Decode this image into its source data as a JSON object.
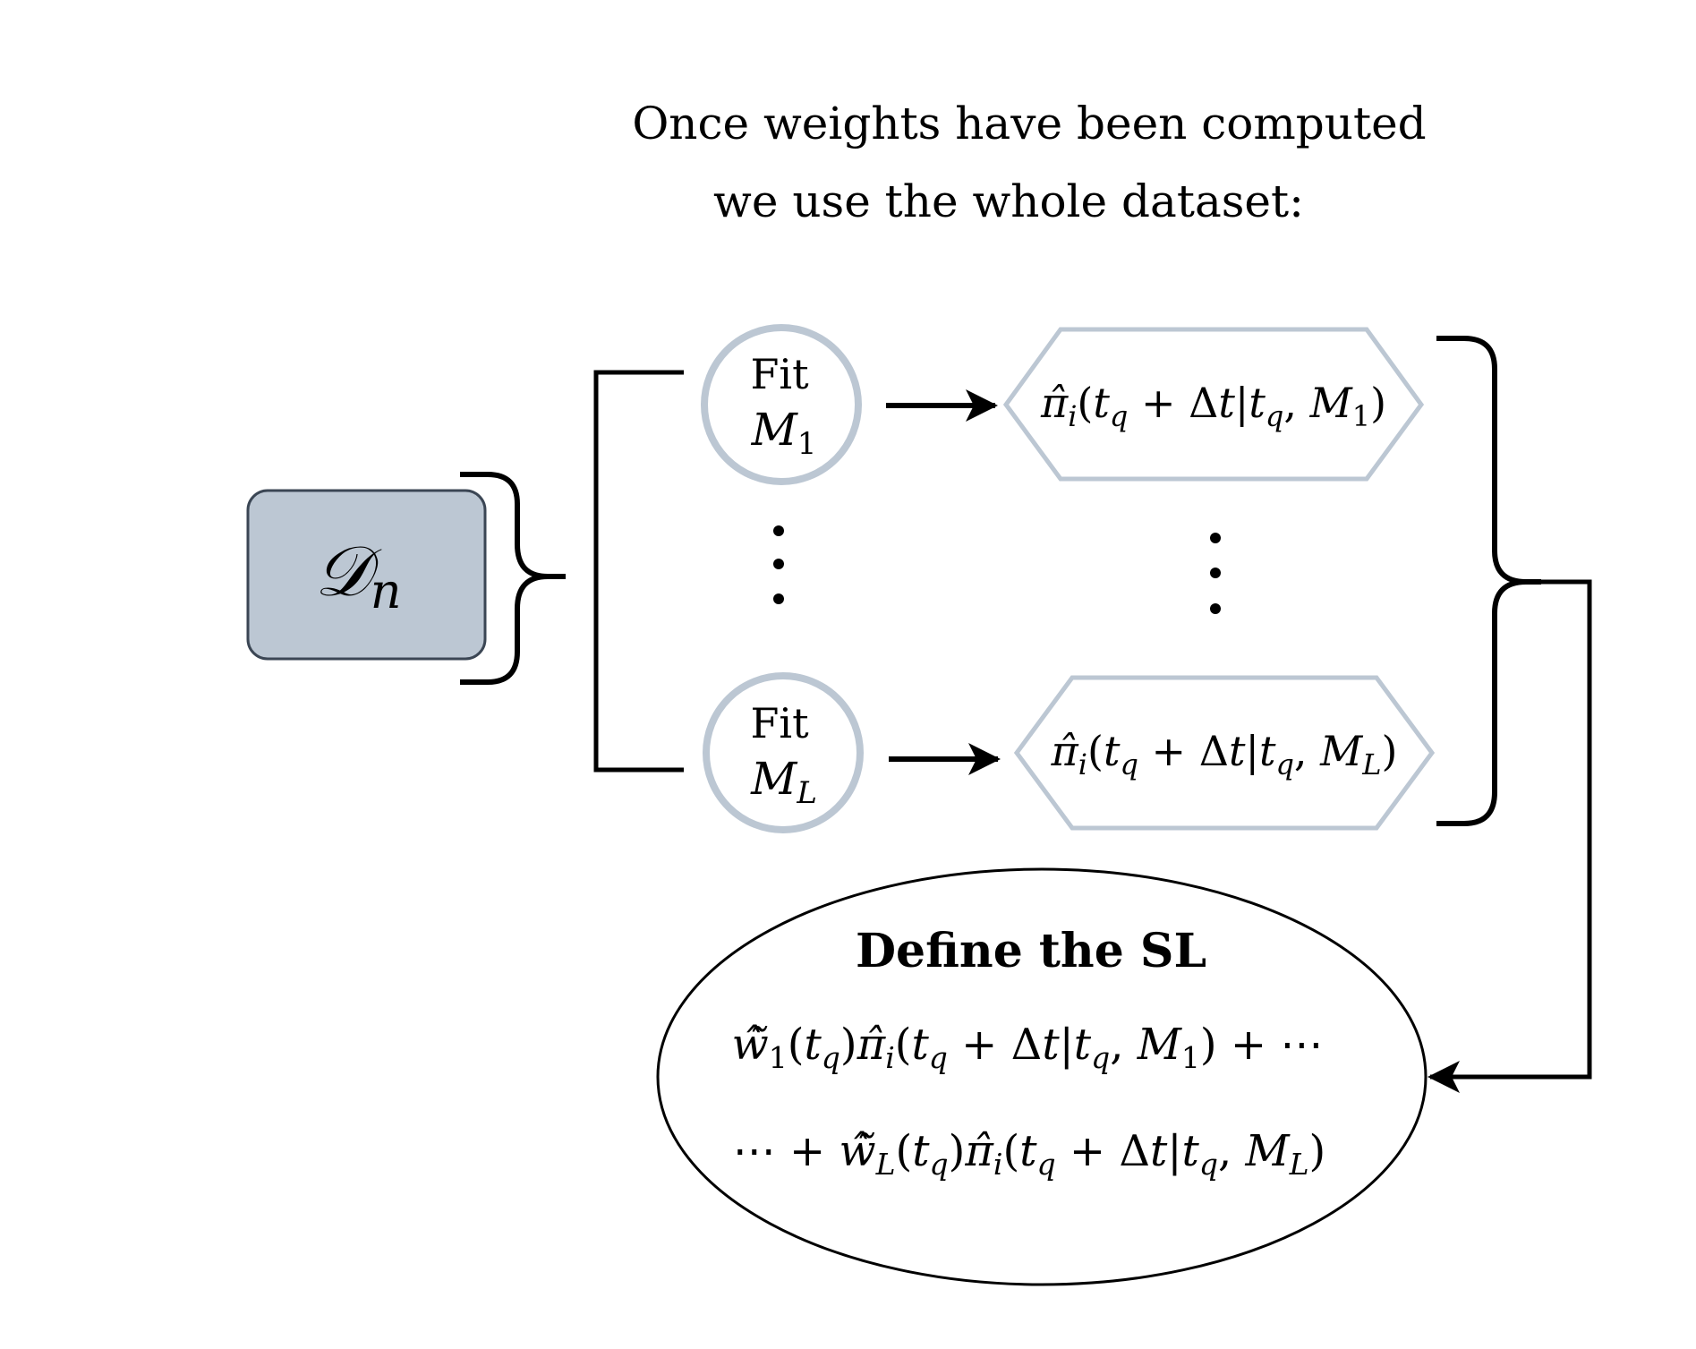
{
  "heading": {
    "line1": "Once weights have been computed",
    "line2": "we use the whole dataset:"
  },
  "dataset": {
    "symbol": "𝒟",
    "subscript": "n"
  },
  "fit_top": {
    "label": "Fit",
    "model": "M",
    "model_sub": "1"
  },
  "fit_bottom": {
    "label": "Fit",
    "model": "M",
    "model_sub": "L"
  },
  "pred_top": {
    "pi": "π̂",
    "pi_sub": "i",
    "open": "(",
    "t": "t",
    "t_sub": "q",
    "plus": " + Δ",
    "t2": "t",
    "bar": "|",
    "t3": "t",
    "t3_sub": "q",
    "comma": ", ",
    "m": "M",
    "m_sub": "1",
    "close": ")"
  },
  "pred_bottom": {
    "pi": "π̂",
    "pi_sub": "i",
    "open": "(",
    "t": "t",
    "t_sub": "q",
    "plus": " + Δ",
    "t2": "t",
    "bar": "|",
    "t3": "t",
    "t3_sub": "q",
    "comma": ", ",
    "m": "M",
    "m_sub": "L",
    "close": ")"
  },
  "sl": {
    "title": "Define the SL",
    "line1": {
      "w": "ŵ̃",
      "w_sub": "1",
      "a": "(",
      "t": "t",
      "t_sub": "q",
      "b": ")",
      "pi": "π̂",
      "pi_sub": "i",
      "c": "(",
      "t2": "t",
      "t2_sub": "q",
      "d": " + Δ",
      "t3": "t",
      "e": "|",
      "t4": "t",
      "t4_sub": "q",
      "f": ", ",
      "m": "M",
      "m_sub": "1",
      "g": ") + ⋯"
    },
    "line2": {
      "pre": "⋯ + ",
      "w": "ŵ̃",
      "w_sub": "L",
      "a": "(",
      "t": "t",
      "t_sub": "q",
      "b": ")",
      "pi": "π̂",
      "pi_sub": "i",
      "c": "(",
      "t2": "t",
      "t2_sub": "q",
      "d": " + Δ",
      "t3": "t",
      "e": "|",
      "t4": "t",
      "t4_sub": "q",
      "f": ", ",
      "m": "M",
      "m_sub": "L",
      "g": ")"
    }
  },
  "colors": {
    "dataset_fill": "#bcc7d3",
    "dataset_stroke": "#3b4654",
    "node_stroke": "#bcc7d3",
    "line": "#000000"
  }
}
